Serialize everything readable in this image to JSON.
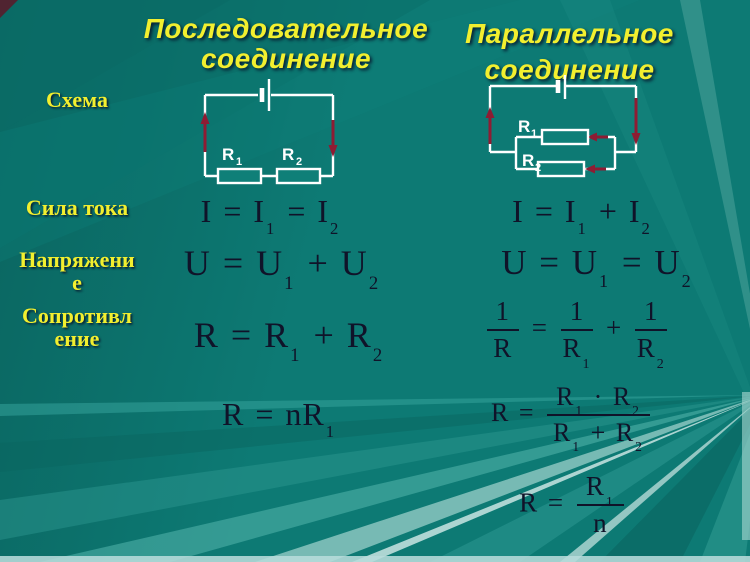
{
  "slide": {
    "colors": {
      "background_teal": "#0d7a74",
      "title_yellow": "#f2ef2f",
      "formula_ink": "#101329",
      "wire_white": "#ffffff",
      "arrow_red": "#8e1c33",
      "bottom_strip": "#b7dcdb"
    }
  },
  "columns": {
    "series_title": "Последовательное соединение",
    "parallel_title": "Параллельное соединение"
  },
  "rows": [
    {
      "label": "Схема"
    },
    {
      "label": "Сила тока"
    },
    {
      "label": "Напряжение"
    },
    {
      "label": "Сопротивление"
    }
  ],
  "circuit_labels": {
    "r1_base": "R",
    "r1_sub": "1",
    "r2_base": "R",
    "r2_sub": "2"
  },
  "formulas": {
    "series": {
      "current": [
        {
          "t": "I = I"
        },
        {
          "b": "1"
        },
        {
          "t": " = I"
        },
        {
          "b": "2"
        }
      ],
      "voltage": [
        {
          "t": "U = U"
        },
        {
          "b": "1"
        },
        {
          "t": " + U"
        },
        {
          "b": "2"
        }
      ],
      "resistance": [
        {
          "t": "R = R"
        },
        {
          "b": "1"
        },
        {
          "t": " + R"
        },
        {
          "b": "2"
        }
      ],
      "resistance_n": [
        {
          "t": "R = nR"
        },
        {
          "b": "1"
        }
      ]
    },
    "parallel": {
      "current": [
        {
          "t": "I = I"
        },
        {
          "b": "1"
        },
        {
          "t": " + I"
        },
        {
          "b": "2"
        }
      ],
      "voltage": [
        {
          "t": "U = U"
        },
        {
          "b": "1"
        },
        {
          "t": " = U"
        },
        {
          "b": "2"
        }
      ],
      "resistance_reciprocal": [
        {
          "frac": {
            "num": [
              {
                "t": "1"
              }
            ],
            "den": [
              {
                "t": "R"
              }
            ]
          }
        },
        {
          "t": " = "
        },
        {
          "frac": {
            "num": [
              {
                "t": "1"
              }
            ],
            "den": [
              {
                "t": "R"
              },
              {
                "b": "1"
              }
            ]
          }
        },
        {
          "t": " + "
        },
        {
          "frac": {
            "num": [
              {
                "t": "1"
              }
            ],
            "den": [
              {
                "t": "R"
              },
              {
                "b": "2"
              }
            ]
          }
        }
      ],
      "resistance_product": [
        {
          "t": "R = "
        },
        {
          "frac": {
            "num": [
              {
                "t": "R"
              },
              {
                "b": "1"
              },
              {
                "t": " · R"
              },
              {
                "b": "2"
              }
            ],
            "den": [
              {
                "t": "R"
              },
              {
                "b": "1"
              },
              {
                "t": " + R"
              },
              {
                "b": "2"
              }
            ]
          }
        }
      ],
      "resistance_n": [
        {
          "t": "R = "
        },
        {
          "frac": {
            "num": [
              {
                "t": "R"
              },
              {
                "b": "1"
              }
            ],
            "den": [
              {
                "t": "n"
              }
            ]
          }
        }
      ]
    }
  }
}
